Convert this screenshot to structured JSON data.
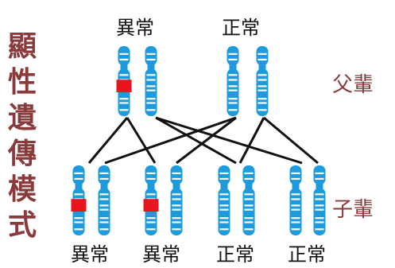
{
  "title": "顯性遺傳模式",
  "generations": {
    "parent": "父輩",
    "child": "子輩"
  },
  "parents": [
    {
      "label": "異常",
      "has_mutation": true
    },
    {
      "label": "正常",
      "has_mutation": false
    }
  ],
  "children": [
    {
      "label": "異常",
      "has_mutation": true
    },
    {
      "label": "異常",
      "has_mutation": true
    },
    {
      "label": "正常",
      "has_mutation": false
    },
    {
      "label": "正常",
      "has_mutation": false
    }
  ],
  "colors": {
    "chromosome": "#1d9bdc",
    "band": "#ffffff",
    "mutation": "#e8141e",
    "title": "#8a3a3a",
    "lines": "#111111"
  }
}
